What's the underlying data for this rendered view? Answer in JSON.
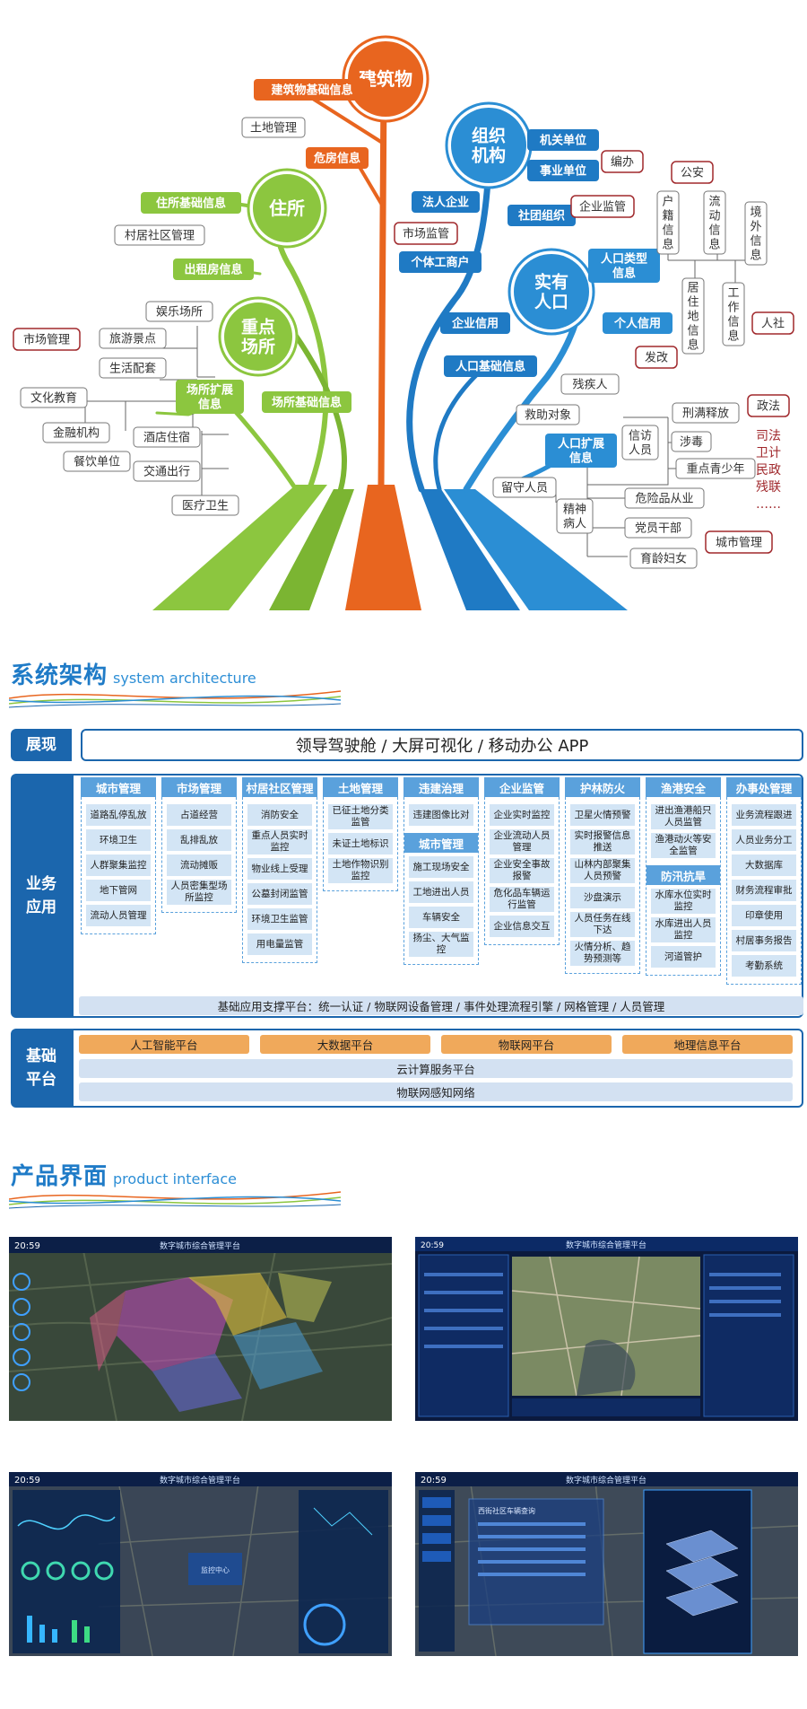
{
  "tree": {
    "hubs": {
      "jianzhu": "建筑物",
      "zhusuo": "住所",
      "zhongdian": "重点\n场所",
      "zuzhi": "组织\n机构",
      "shiyou": "实有\n人口"
    },
    "filled_nodes": {
      "n1": "建筑物基础信息",
      "n2": "危房信息",
      "n3": "住所基础信息",
      "n4": "出租房信息",
      "n5": "场所扩展\n信息",
      "n6": "场所基础信息",
      "n7": "机关单位",
      "n8": "事业单位",
      "n9": "法人企业",
      "n10": "社团组织",
      "n11": "个体工商户",
      "n12": "人口类型\n信息",
      "n13": "企业信用",
      "n14": "个人信用",
      "n15": "人口基础信息",
      "n16": "人口扩展\n信息"
    },
    "leaf_nodes": {
      "l1": "土地管理",
      "l2": "村居社区管理",
      "l3": "娱乐场所",
      "l4": "旅游景点",
      "l5": "生活配套",
      "l6": "文化教育",
      "l7": "金融机构",
      "l8": "餐饮单位",
      "l9": "酒店住宿",
      "l10": "交通出行",
      "l11": "医疗卫生",
      "l12": "户\n籍\n信\n息",
      "l13": "流\n动\n信\n息",
      "l14": "境\n外\n信\n息",
      "l15": "居\n住\n地\n信\n息",
      "l16": "工\n作\n信\n息",
      "l17": "残疾人",
      "l18": "救助对象",
      "l19": "信访\n人员",
      "l20": "刑满释放",
      "l21": "涉毒",
      "l22": "重点青少年",
      "l23": "留守人员",
      "l24": "精神\n病人",
      "l25": "危险品从业",
      "l26": "党员干部",
      "l27": "育龄妇女"
    },
    "dept_boxes": {
      "d1": "市场管理",
      "d2": "编办",
      "d3": "公安",
      "d4": "企业监管",
      "d5": "市场监管",
      "d6": "人社",
      "d7": "发改",
      "d8": "政法",
      "d9": "城市管理"
    },
    "dept_list": [
      "司法",
      "卫计",
      "民政",
      "残联",
      "……"
    ]
  },
  "arch_section": {
    "title_cn": "系统架构",
    "title_en": "system architecture"
  },
  "architecture": {
    "zhanxian": {
      "label": "展现",
      "content": "领导驾驶舱 / 大屏可视化 / 移动办公 APP"
    },
    "yewu": {
      "label": "业务\n应用",
      "columns": [
        {
          "title": "城市管理",
          "items": [
            "道路乱停乱放",
            "环境卫生",
            "人群聚集监控",
            "地下管网",
            "流动人员管理"
          ]
        },
        {
          "title": "市场管理",
          "items": [
            "占道经营",
            "乱排乱放",
            "流动摊贩",
            "人员密集型场所监控"
          ]
        },
        {
          "title": "村居社区管理",
          "items": [
            "消防安全",
            "重点人员实时监控",
            "物业线上受理",
            "公墓封闭监管",
            "环境卫生监管",
            "用电量监管"
          ]
        },
        {
          "title": "土地管理",
          "items": [
            "已征土地分类监管",
            "未证土地标识",
            "土地作物识别监控"
          ]
        },
        {
          "title": "违建治理",
          "items": [
            "违建图像比对"
          ],
          "sub_title": "城市管理",
          "sub_items": [
            "施工现场安全",
            "工地进出人员",
            "车辆安全",
            "扬尘、大气监控"
          ]
        },
        {
          "title": "企业监管",
          "items": [
            "企业实时监控",
            "企业流动人员管理",
            "企业安全事故报警",
            "危化品车辆运行监管",
            "企业信息交互"
          ]
        },
        {
          "title": "护林防火",
          "items": [
            "卫星火情预警",
            "实时报警信息推送",
            "山林内部聚集人员预警",
            "沙盘演示",
            "人员任务在线下达",
            "火情分析、趋势预测等"
          ]
        },
        {
          "title": "渔港安全",
          "items": [
            "进出渔港船只人员监管",
            "渔港动火等安全监管"
          ],
          "sub_title": "防汛抗旱",
          "sub_items": [
            "水库水位实时监控",
            "水库进出人员监控",
            "河道管护"
          ]
        },
        {
          "title": "办事处管理",
          "items": [
            "业务流程跟进",
            "人员业务分工",
            "大数据库",
            "财务流程审批",
            "印章使用",
            "村居事务报告",
            "考勤系统"
          ]
        }
      ],
      "support_bar": "基础应用支撑平台：统一认证 / 物联网设备管理 / 事件处理流程引擎 / 网格管理 / 人员管理"
    },
    "jichu": {
      "label": "基础\n平台",
      "orange": [
        "人工智能平台",
        "大数据平台",
        "物联网平台",
        "地理信息平台"
      ],
      "bars": [
        "云计算服务平台",
        "物联网感知网络"
      ]
    }
  },
  "product_section": {
    "title_cn": "产品界面",
    "title_en": "product interface"
  },
  "screens": {
    "time": "20:59",
    "platform_title": "数字城市综合管理平台",
    "panel3_title": "监控中心",
    "panel4_title": "西街社区车辆查询"
  },
  "colors": {
    "brand_blue": "#1b66ad",
    "tree_orange": "#e8651f",
    "tree_green": "#8cc63f",
    "tree_blue": "#2b8ed4",
    "dept_red": "#a0282c",
    "platform_orange": "#f0a95b"
  }
}
